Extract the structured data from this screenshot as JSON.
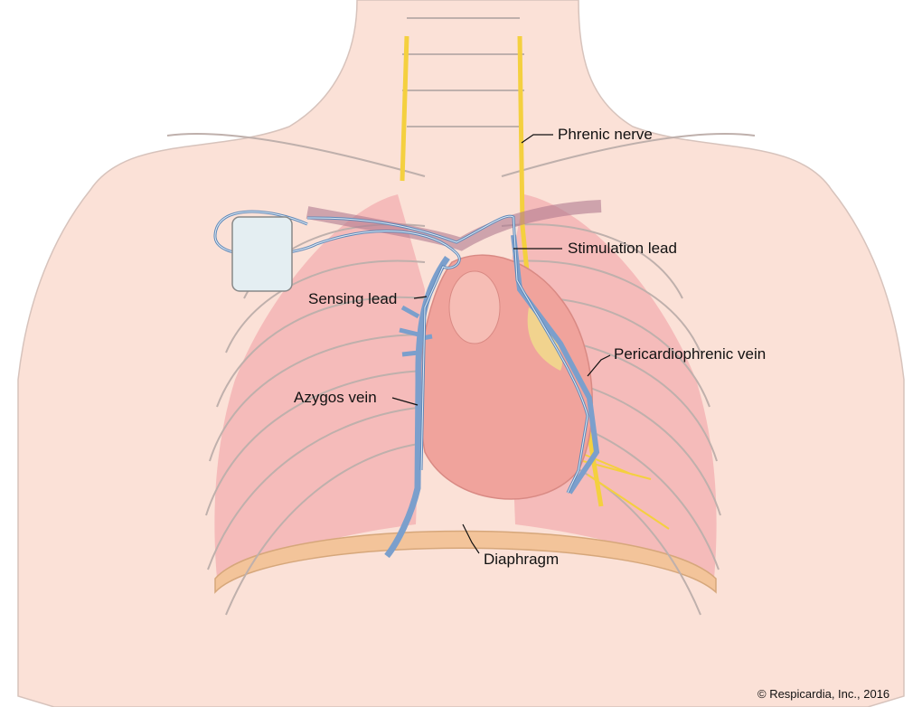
{
  "labels": {
    "phrenic_nerve": "Phrenic nerve",
    "stimulation_lead": "Stimulation lead",
    "sensing_lead": "Sensing lead",
    "pericardiophrenic_vein": "Pericardiophrenic vein",
    "azygos_vein": "Azygos vein",
    "diaphragm": "Diaphragm"
  },
  "copyright": "© Respicardia, Inc., 2016",
  "colors": {
    "skin": "#fbe1d7",
    "lung": "#f3adb0",
    "heart": "#f0a39c",
    "nerve": "#f4d03f",
    "vein": "#7b9fcc",
    "lead": "#5d87b8",
    "bone": "#bfb0ac"
  }
}
